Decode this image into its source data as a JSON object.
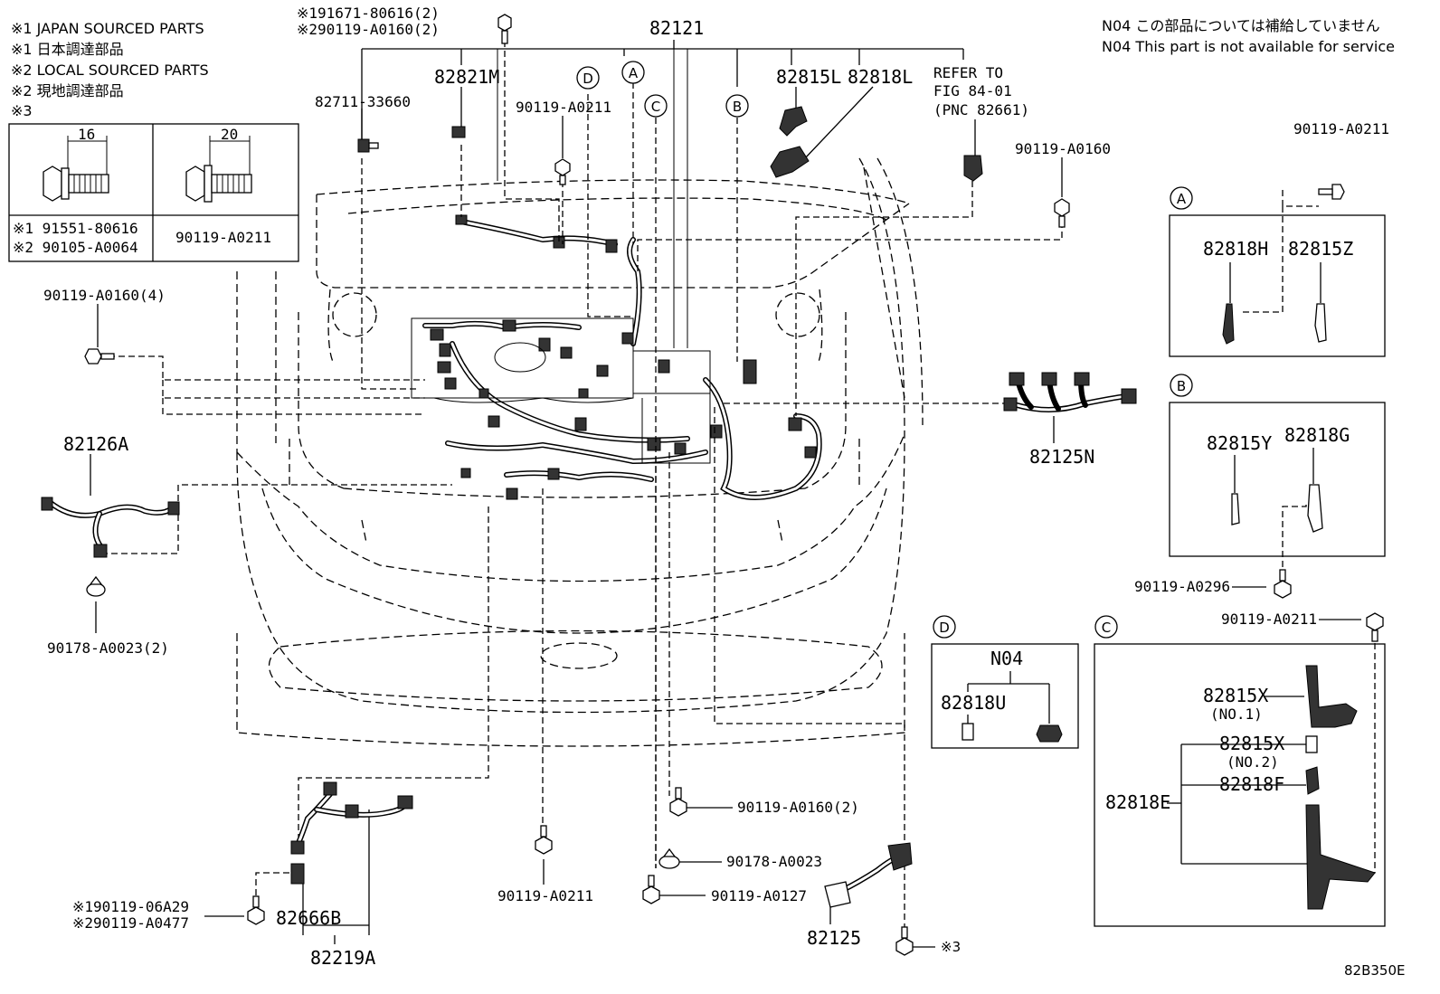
{
  "notes": {
    "n1": "※1 JAPAN SOURCED PARTS",
    "n2": "※1 日本調達部品",
    "n3": "※2 LOCAL SOURCED PARTS",
    "n4": "※2 現地調達部品",
    "n5": "※3"
  },
  "bolt_table": {
    "dim1": "16",
    "dim2": "20",
    "row1a": "※1 91551-80616",
    "row1b": "※2 90105-A0064",
    "row2": "90119-A0211"
  },
  "header_notes": {
    "jp": "N04 この部品については補給していません",
    "en": "N04 This part is not available for service"
  },
  "labels": {
    "p191671": "※191671-80616(2)",
    "p290119": "※290119-A0160(2)",
    "p82121": "82121",
    "p82821M": "82821M",
    "p82711": "82711-33660",
    "p90119_a0211_top": "90119-A0211",
    "p82815L": "82815L",
    "p82818L": "82818L",
    "refer1": "REFER TO",
    "refer2": "FIG 84-01",
    "refer3": "(PNC 82661)",
    "p90119_a0160_r": "90119-A0160",
    "p90119_a0211_r": "90119-A0211",
    "p90119_a0160_4": "90119-A0160(4)",
    "p82126A": "82126A",
    "p90178_a0023_2": "90178-A0023(2)",
    "p82125N": "82125N",
    "p90119_a0160_2": "90119-A0160(2)",
    "p90178_a0023": "90178-A0023",
    "p90119_a0127": "90119-A0127",
    "p90119_a0211_b": "90119-A0211",
    "p82125": "82125",
    "p_x3": "※3",
    "p190119": "※190119-06A29",
    "p290119b": "※290119-A0477",
    "p82666B": "82666B",
    "p82219A": "82219A",
    "p90119_a0296": "90119-A0296",
    "p90119_a0211_c": "90119-A0211",
    "catalog": "82B350E"
  },
  "callouts": {
    "A": "A",
    "B": "B",
    "C": "C",
    "D": "D"
  },
  "box_a": {
    "tag": "A",
    "p1": "82818H",
    "p2": "82815Z"
  },
  "box_b": {
    "tag": "B",
    "p1": "82815Y",
    "p2": "82818G"
  },
  "box_d": {
    "tag": "D",
    "head": "N04",
    "p1": "82818U"
  },
  "box_c": {
    "tag": "C",
    "p1": "82815X",
    "p1n": "(NO.1)",
    "p2": "82815X",
    "p2n": "(NO.2)",
    "p3": "82818F",
    "p4": "82818E"
  }
}
